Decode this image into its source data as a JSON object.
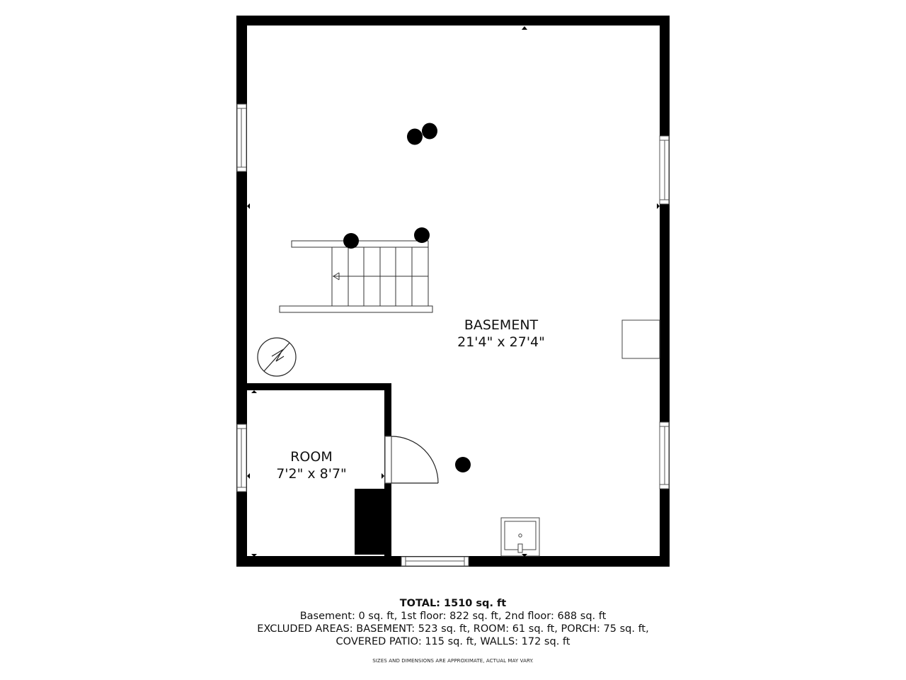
{
  "plan": {
    "colors": {
      "wall": "#000000",
      "background": "#ffffff",
      "line": "#333333"
    },
    "rooms": [
      {
        "name": "BASEMENT",
        "dimensions": "21'4\" x 27'4\""
      },
      {
        "name": "ROOM",
        "dimensions": "7'2\" x 8'7\""
      }
    ],
    "icons": [
      "stairs-icon",
      "electrical-panel-icon",
      "door-swing-icon",
      "sink-icon",
      "column-icon",
      "window-icon"
    ]
  },
  "summary": {
    "total": "TOTAL: 1510 sq. ft",
    "line1": "Basement: 0 sq. ft, 1st floor: 822 sq. ft, 2nd floor: 688 sq. ft",
    "line2": "EXCLUDED AREAS: BASEMENT: 523 sq. ft, ROOM: 61 sq. ft, PORCH: 75 sq. ft,",
    "line3": "COVERED PATIO: 115 sq. ft, WALLS: 172 sq. ft",
    "disclaimer": "SIZES AND DIMENSIONS ARE APPROXIMATE, ACTUAL MAY VARY."
  }
}
